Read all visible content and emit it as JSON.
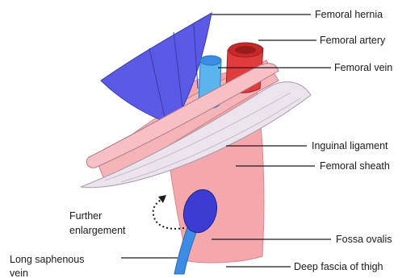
{
  "labels": {
    "femoral_hernia": "Femoral hernia",
    "femoral_artery": "Femoral artery",
    "femoral_vein": "Femoral vein",
    "inguinal_ligament": "Inguinal ligament",
    "femoral_sheath": "Femoral sheath",
    "further_enlargement_line1": "Further",
    "further_enlargement_line2": "enlargement",
    "fossa_ovalis": "Fossa ovalis",
    "long_saphenous_vein_line1": "Long saphenous",
    "long_saphenous_vein_line2": "vein",
    "deep_fascia_of_thigh": "Deep fascia of thigh"
  },
  "colors": {
    "hernia": "#5a5ae6",
    "artery": "#e03c3c",
    "vein": "#5ab4ee",
    "sheath": "#f4a8ac",
    "ligament": "#ece4ec",
    "saphenous": "#3c8ce6",
    "bulge": "#3c3cd2"
  }
}
